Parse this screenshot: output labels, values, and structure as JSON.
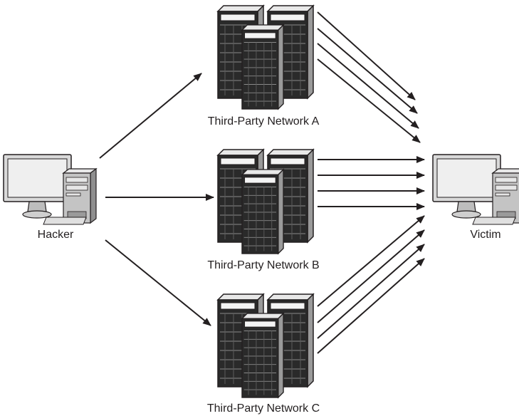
{
  "nodes": {
    "hacker": {
      "label": "Hacker"
    },
    "victim": {
      "label": "Victim"
    },
    "network_a": {
      "label": "Third-Party Network A"
    },
    "network_b": {
      "label": "Third-Party Network B"
    },
    "network_c": {
      "label": "Third-Party Network C"
    }
  },
  "edges": [
    {
      "from": "hacker",
      "to": "network_a"
    },
    {
      "from": "hacker",
      "to": "network_b"
    },
    {
      "from": "hacker",
      "to": "network_c"
    },
    {
      "from": "network_a",
      "to": "victim",
      "count": 4
    },
    {
      "from": "network_b",
      "to": "victim",
      "count": 4
    },
    {
      "from": "network_c",
      "to": "victim",
      "count": 4
    }
  ]
}
